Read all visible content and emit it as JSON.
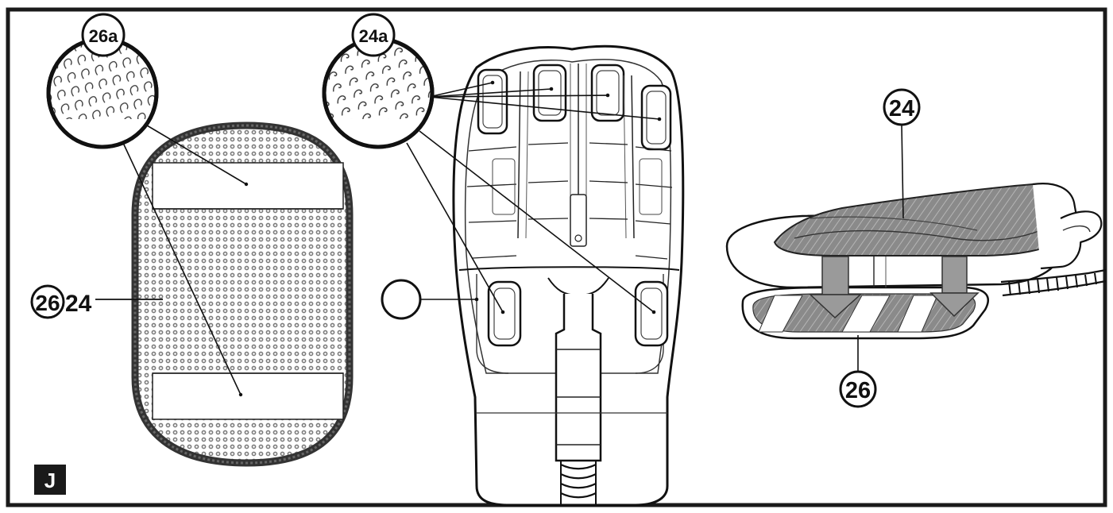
{
  "figure": {
    "panel_letter": "J",
    "colors": {
      "line": "#1a1a1a",
      "mesh": "#8c8c8c",
      "arrow_fill": "#9a9a9a",
      "background": "#ffffff"
    }
  },
  "labels": {
    "cloth_zoom": "26a",
    "hook_zoom": "24a",
    "pad_combo_circle": "26",
    "pad_combo_text": "24",
    "side_top": "24",
    "side_bottom": "26"
  },
  "icons": [
    "cloth-pad",
    "loop-fabric-magnifier",
    "hook-fabric-magnifier",
    "mop-head",
    "attach-arrow"
  ]
}
